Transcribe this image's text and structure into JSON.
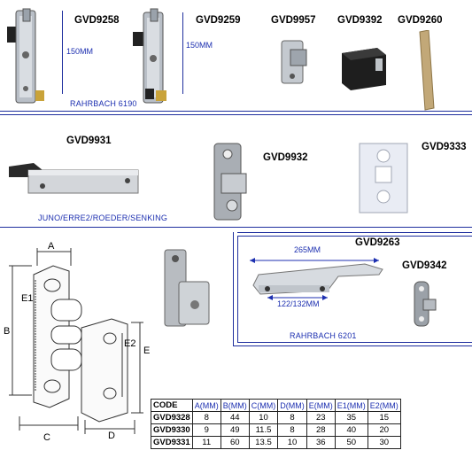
{
  "products_top": {
    "gvd9258": "GVD9258",
    "gvd9259": "GVD9259",
    "gvd9957": "GVD9957",
    "gvd9392": "GVD9392",
    "gvd9260": "GVD9260",
    "dim_9258": "150MM",
    "dim_9259": "150MM",
    "note": "RAHRBACH 6190"
  },
  "products_middle": {
    "gvd9931": "GVD9931",
    "gvd9932": "GVD9932",
    "gvd9333": "GVD9333",
    "note": "JUNO/ERRE2/ROEDER/SENKING"
  },
  "products_right_box": {
    "gvd9263": "GVD9263",
    "gvd9342": "GVD9342",
    "dim_top": "265MM",
    "dim_bottom": "122/132MM",
    "note": "RAHRBACH 6201"
  },
  "diagram": {
    "label_a": "A",
    "label_b": "B",
    "label_c": "C",
    "label_d": "D",
    "label_e": "E",
    "label_e1": "E1",
    "label_e2": "E2"
  },
  "table": {
    "headers": [
      "CODE",
      "A(MM)",
      "B(MM)",
      "C(MM)",
      "D(MM)",
      "E(MM)",
      "E1(MM)",
      "E2(MM)"
    ],
    "rows": [
      [
        "GVD9328",
        "8",
        "44",
        "10",
        "8",
        "23",
        "35",
        "15"
      ],
      [
        "GVD9330",
        "9",
        "49",
        "11.5",
        "8",
        "28",
        "40",
        "20"
      ],
      [
        "GVD9331",
        "11",
        "60",
        "13.5",
        "10",
        "36",
        "50",
        "30"
      ]
    ]
  }
}
